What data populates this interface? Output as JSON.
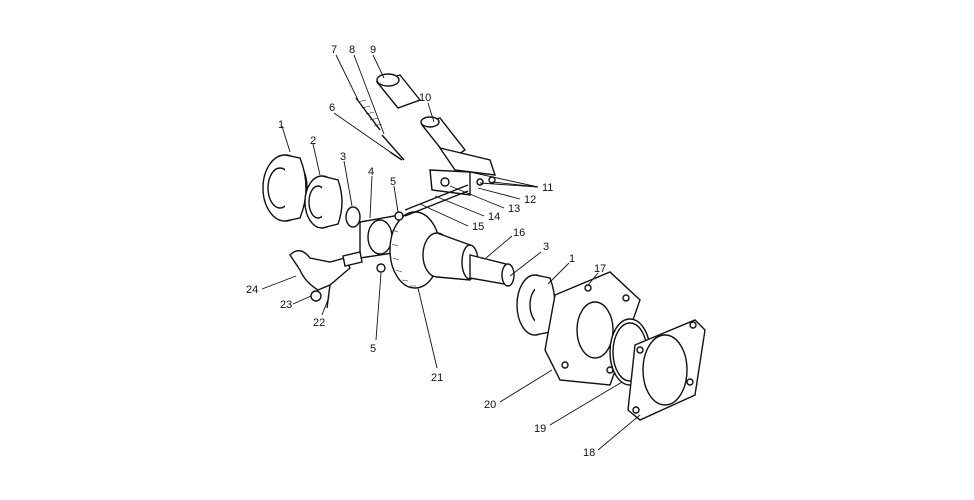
{
  "callouts": [
    {
      "id": "c1a",
      "text": "1"
    },
    {
      "id": "c2",
      "text": "2"
    },
    {
      "id": "c3a",
      "text": "3"
    },
    {
      "id": "c4",
      "text": "4"
    },
    {
      "id": "c5a",
      "text": "5"
    },
    {
      "id": "c6",
      "text": "6"
    },
    {
      "id": "c7",
      "text": "7"
    },
    {
      "id": "c8",
      "text": "8"
    },
    {
      "id": "c9",
      "text": "9"
    },
    {
      "id": "c10",
      "text": "10"
    },
    {
      "id": "c11",
      "text": "11"
    },
    {
      "id": "c12",
      "text": "12"
    },
    {
      "id": "c13",
      "text": "13"
    },
    {
      "id": "c14",
      "text": "14"
    },
    {
      "id": "c15",
      "text": "15"
    },
    {
      "id": "c16",
      "text": "16"
    },
    {
      "id": "c3b",
      "text": "3"
    },
    {
      "id": "c1b",
      "text": "1"
    },
    {
      "id": "c17",
      "text": "17"
    },
    {
      "id": "c24",
      "text": "24"
    },
    {
      "id": "c23",
      "text": "23"
    },
    {
      "id": "c22",
      "text": "22"
    },
    {
      "id": "c5b",
      "text": "5"
    },
    {
      "id": "c21",
      "text": "21"
    },
    {
      "id": "c20",
      "text": "20"
    },
    {
      "id": "c19",
      "text": "19"
    },
    {
      "id": "c18",
      "text": "18"
    }
  ]
}
